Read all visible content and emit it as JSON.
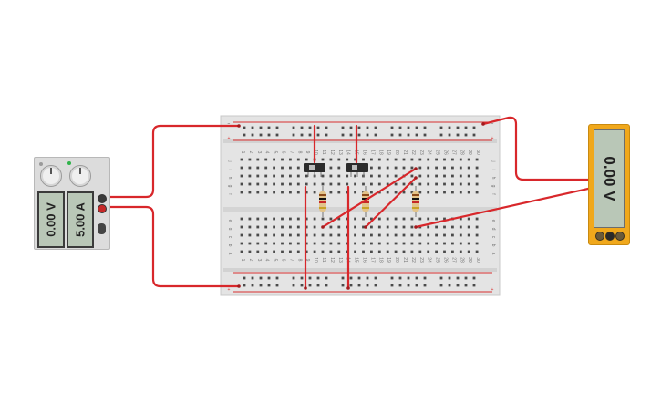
{
  "power_supply": {
    "voltage_display": "0.00 V",
    "current_display": "5.00 A",
    "colors": {
      "voltage_led": "#9a9a9a",
      "current_led": "#2fb34a"
    }
  },
  "multimeter": {
    "display": "0.00 V",
    "color": "#f0a81c"
  },
  "breadboard": {
    "column_numbers": [
      "1",
      "2",
      "3",
      "4",
      "5",
      "6",
      "7",
      "8",
      "9",
      "10",
      "11",
      "12",
      "13",
      "14",
      "15",
      "16",
      "17",
      "18",
      "19",
      "20",
      "21",
      "22",
      "23",
      "24",
      "25",
      "26",
      "27",
      "28",
      "29",
      "30"
    ],
    "row_letters_top": [
      "j",
      "i",
      "h",
      "g",
      "f"
    ],
    "row_letters_bottom": [
      "e",
      "d",
      "c",
      "b",
      "a"
    ],
    "rail_minus": "−",
    "rail_plus": "+"
  },
  "components": {
    "wire_color": "#d8272b",
    "switch_names": [
      "slide-switch-1",
      "slide-switch-2"
    ],
    "resistor_names": [
      "resistor-1",
      "resistor-2",
      "resistor-3"
    ]
  }
}
